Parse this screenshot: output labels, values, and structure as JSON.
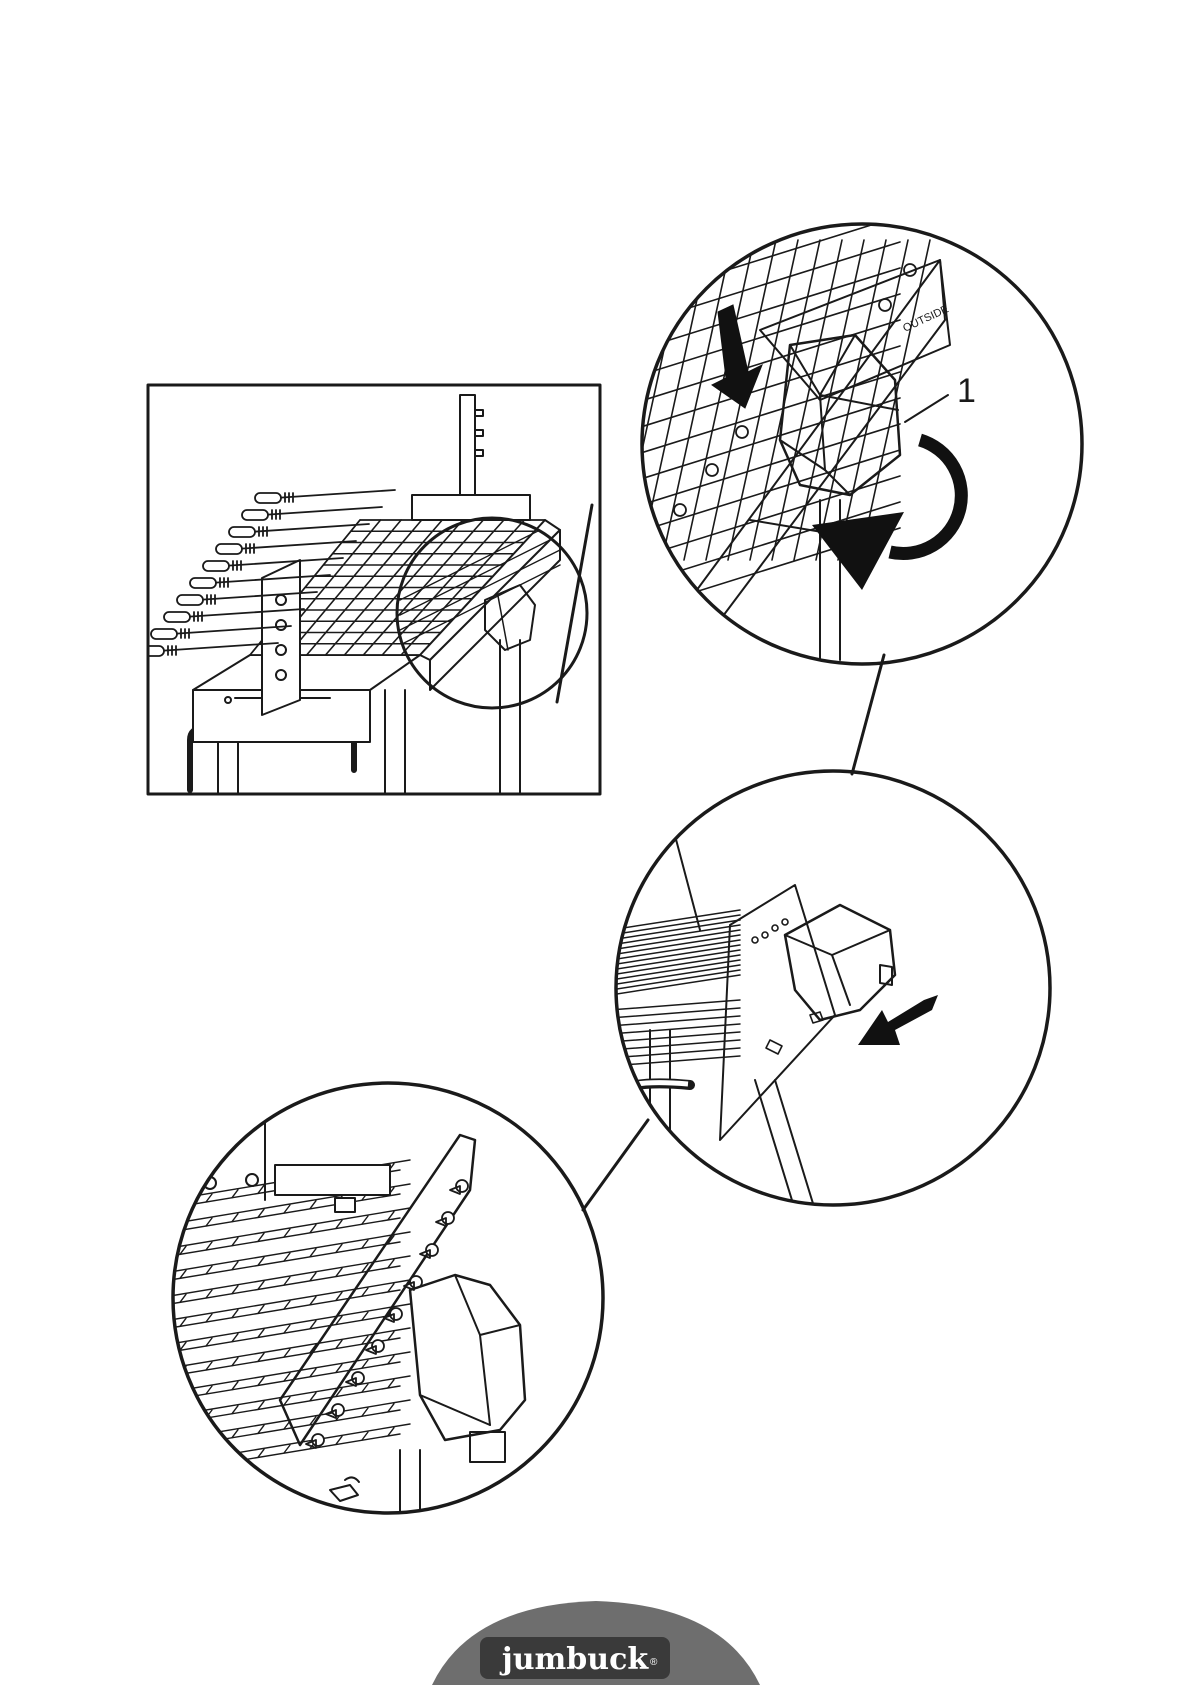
{
  "diagram": {
    "callout_label": "1",
    "panel_text": "OUTSIDE"
  },
  "footer": {
    "brand": "jumbuck",
    "brand_mark": "®",
    "badge_color": "#6e6e6e"
  }
}
